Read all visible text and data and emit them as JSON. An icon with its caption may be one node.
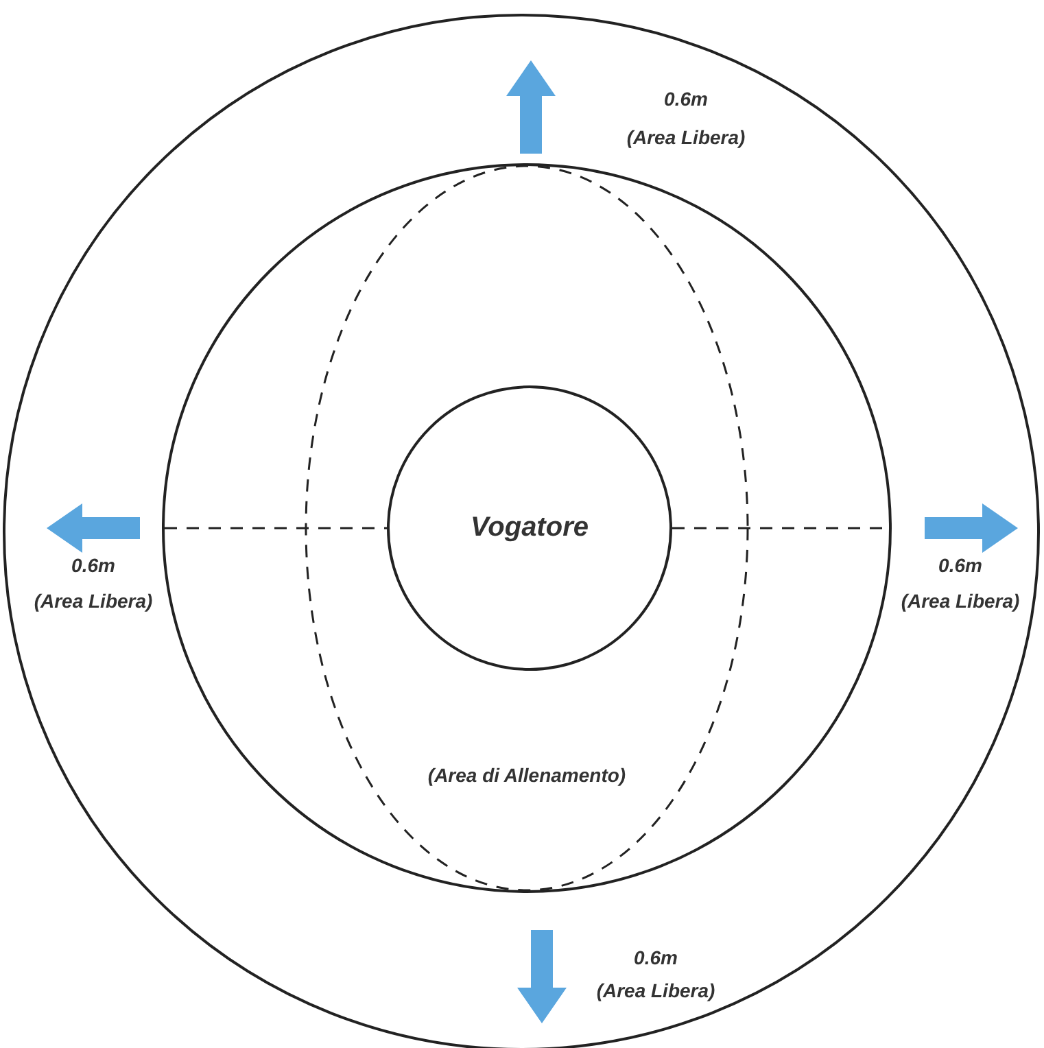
{
  "diagram": {
    "nodes": [
      {
        "text": [],
        "shape": "circle"
      },
      {
        "text": [
          "(Area di Allenamento)"
        ],
        "in": 0
      },
      {
        "text": [
          "Vogatore"
        ],
        "in": 1
      }
    ],
    "labels": [
      "0.6m",
      "(Area Libera)",
      "0.6m",
      "(Area Libera)",
      "0.6m",
      "(Area Libera)",
      "0.6m",
      "(Area Libera)"
    ]
  }
}
